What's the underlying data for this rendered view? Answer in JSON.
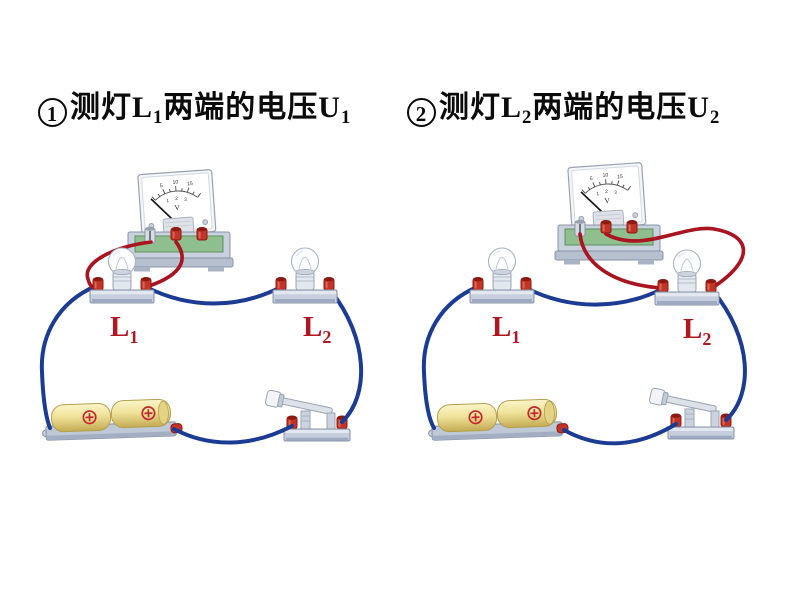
{
  "slide": {
    "background": "#ffffff"
  },
  "titles": [
    {
      "num": "1",
      "seg1": "测灯L",
      "sub1": "1",
      "seg2": "两端的电压U",
      "sub2": "1"
    },
    {
      "num": "2",
      "seg1": "测灯L",
      "sub1": "2",
      "seg2": "两端的电压U",
      "sub2": "2"
    }
  ],
  "meter": {
    "unit": "V",
    "outer_scale": [
      "5",
      "10",
      "15"
    ],
    "inner_scale": [
      "1",
      "2",
      "3"
    ]
  },
  "battery": {
    "polarity": "+",
    "cells": 2
  },
  "circuit1": {
    "measured_lamp": "L1",
    "lamps": [
      {
        "name": "L",
        "sub": "1"
      },
      {
        "name": "L",
        "sub": "2"
      }
    ]
  },
  "circuit2": {
    "measured_lamp": "L2",
    "lamps": [
      {
        "name": "L",
        "sub": "1"
      },
      {
        "name": "L",
        "sub": "2"
      }
    ]
  },
  "colors": {
    "wire_blue": "#1c3c94",
    "wire_red": "#a81420",
    "label_red": "#b01722",
    "pcb_green": "#8fbe8f",
    "battery_yellow": "#efe29a",
    "base_grey": "#c6cedd",
    "terminal_red": "#c13427"
  }
}
